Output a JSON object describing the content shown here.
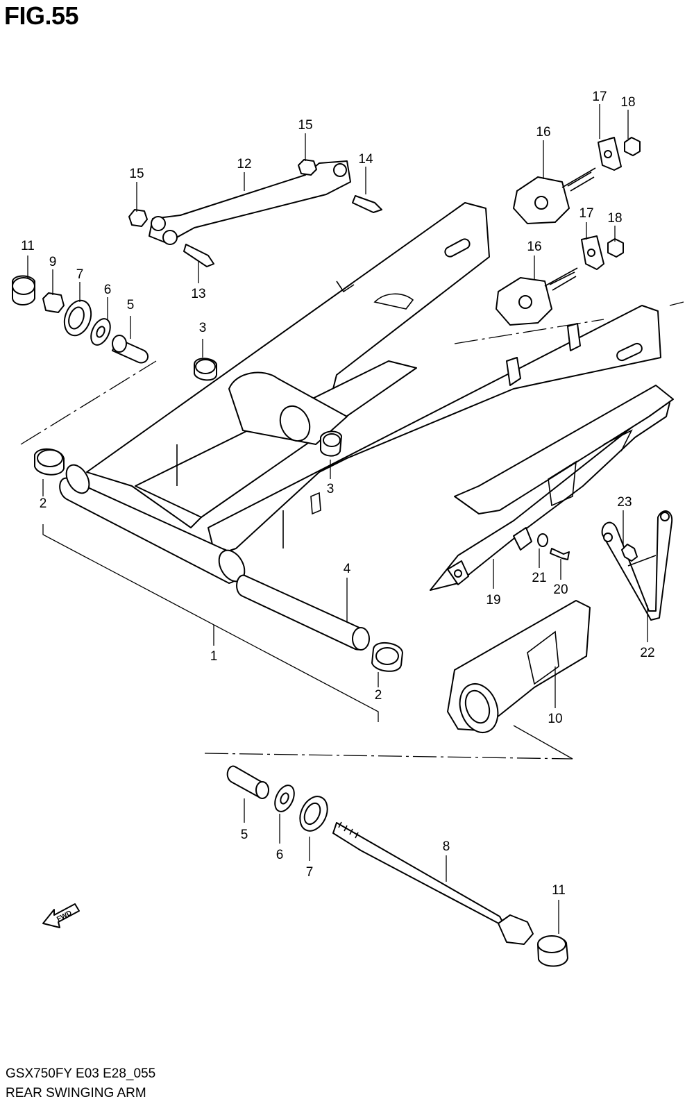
{
  "figure": {
    "title": "FIG.55"
  },
  "footer": {
    "model_code": "GSX750FY E03 E28_055",
    "section_name": "REAR SWINGING ARM"
  },
  "fwd_arrow": {
    "label": "FWD"
  },
  "callouts": [
    {
      "number": "1"
    },
    {
      "number": "2"
    },
    {
      "number": "2"
    },
    {
      "number": "3"
    },
    {
      "number": "3"
    },
    {
      "number": "4"
    },
    {
      "number": "5"
    },
    {
      "number": "5"
    },
    {
      "number": "6"
    },
    {
      "number": "6"
    },
    {
      "number": "7"
    },
    {
      "number": "7"
    },
    {
      "number": "8"
    },
    {
      "number": "9"
    },
    {
      "number": "10"
    },
    {
      "number": "11"
    },
    {
      "number": "11"
    },
    {
      "number": "12"
    },
    {
      "number": "13"
    },
    {
      "number": "14"
    },
    {
      "number": "15"
    },
    {
      "number": "15"
    },
    {
      "number": "16"
    },
    {
      "number": "16"
    },
    {
      "number": "17"
    },
    {
      "number": "17"
    },
    {
      "number": "18"
    },
    {
      "number": "18"
    },
    {
      "number": "19"
    },
    {
      "number": "20"
    },
    {
      "number": "21"
    },
    {
      "number": "22"
    },
    {
      "number": "23"
    }
  ],
  "colors": {
    "line": "#000000",
    "background": "#ffffff"
  }
}
